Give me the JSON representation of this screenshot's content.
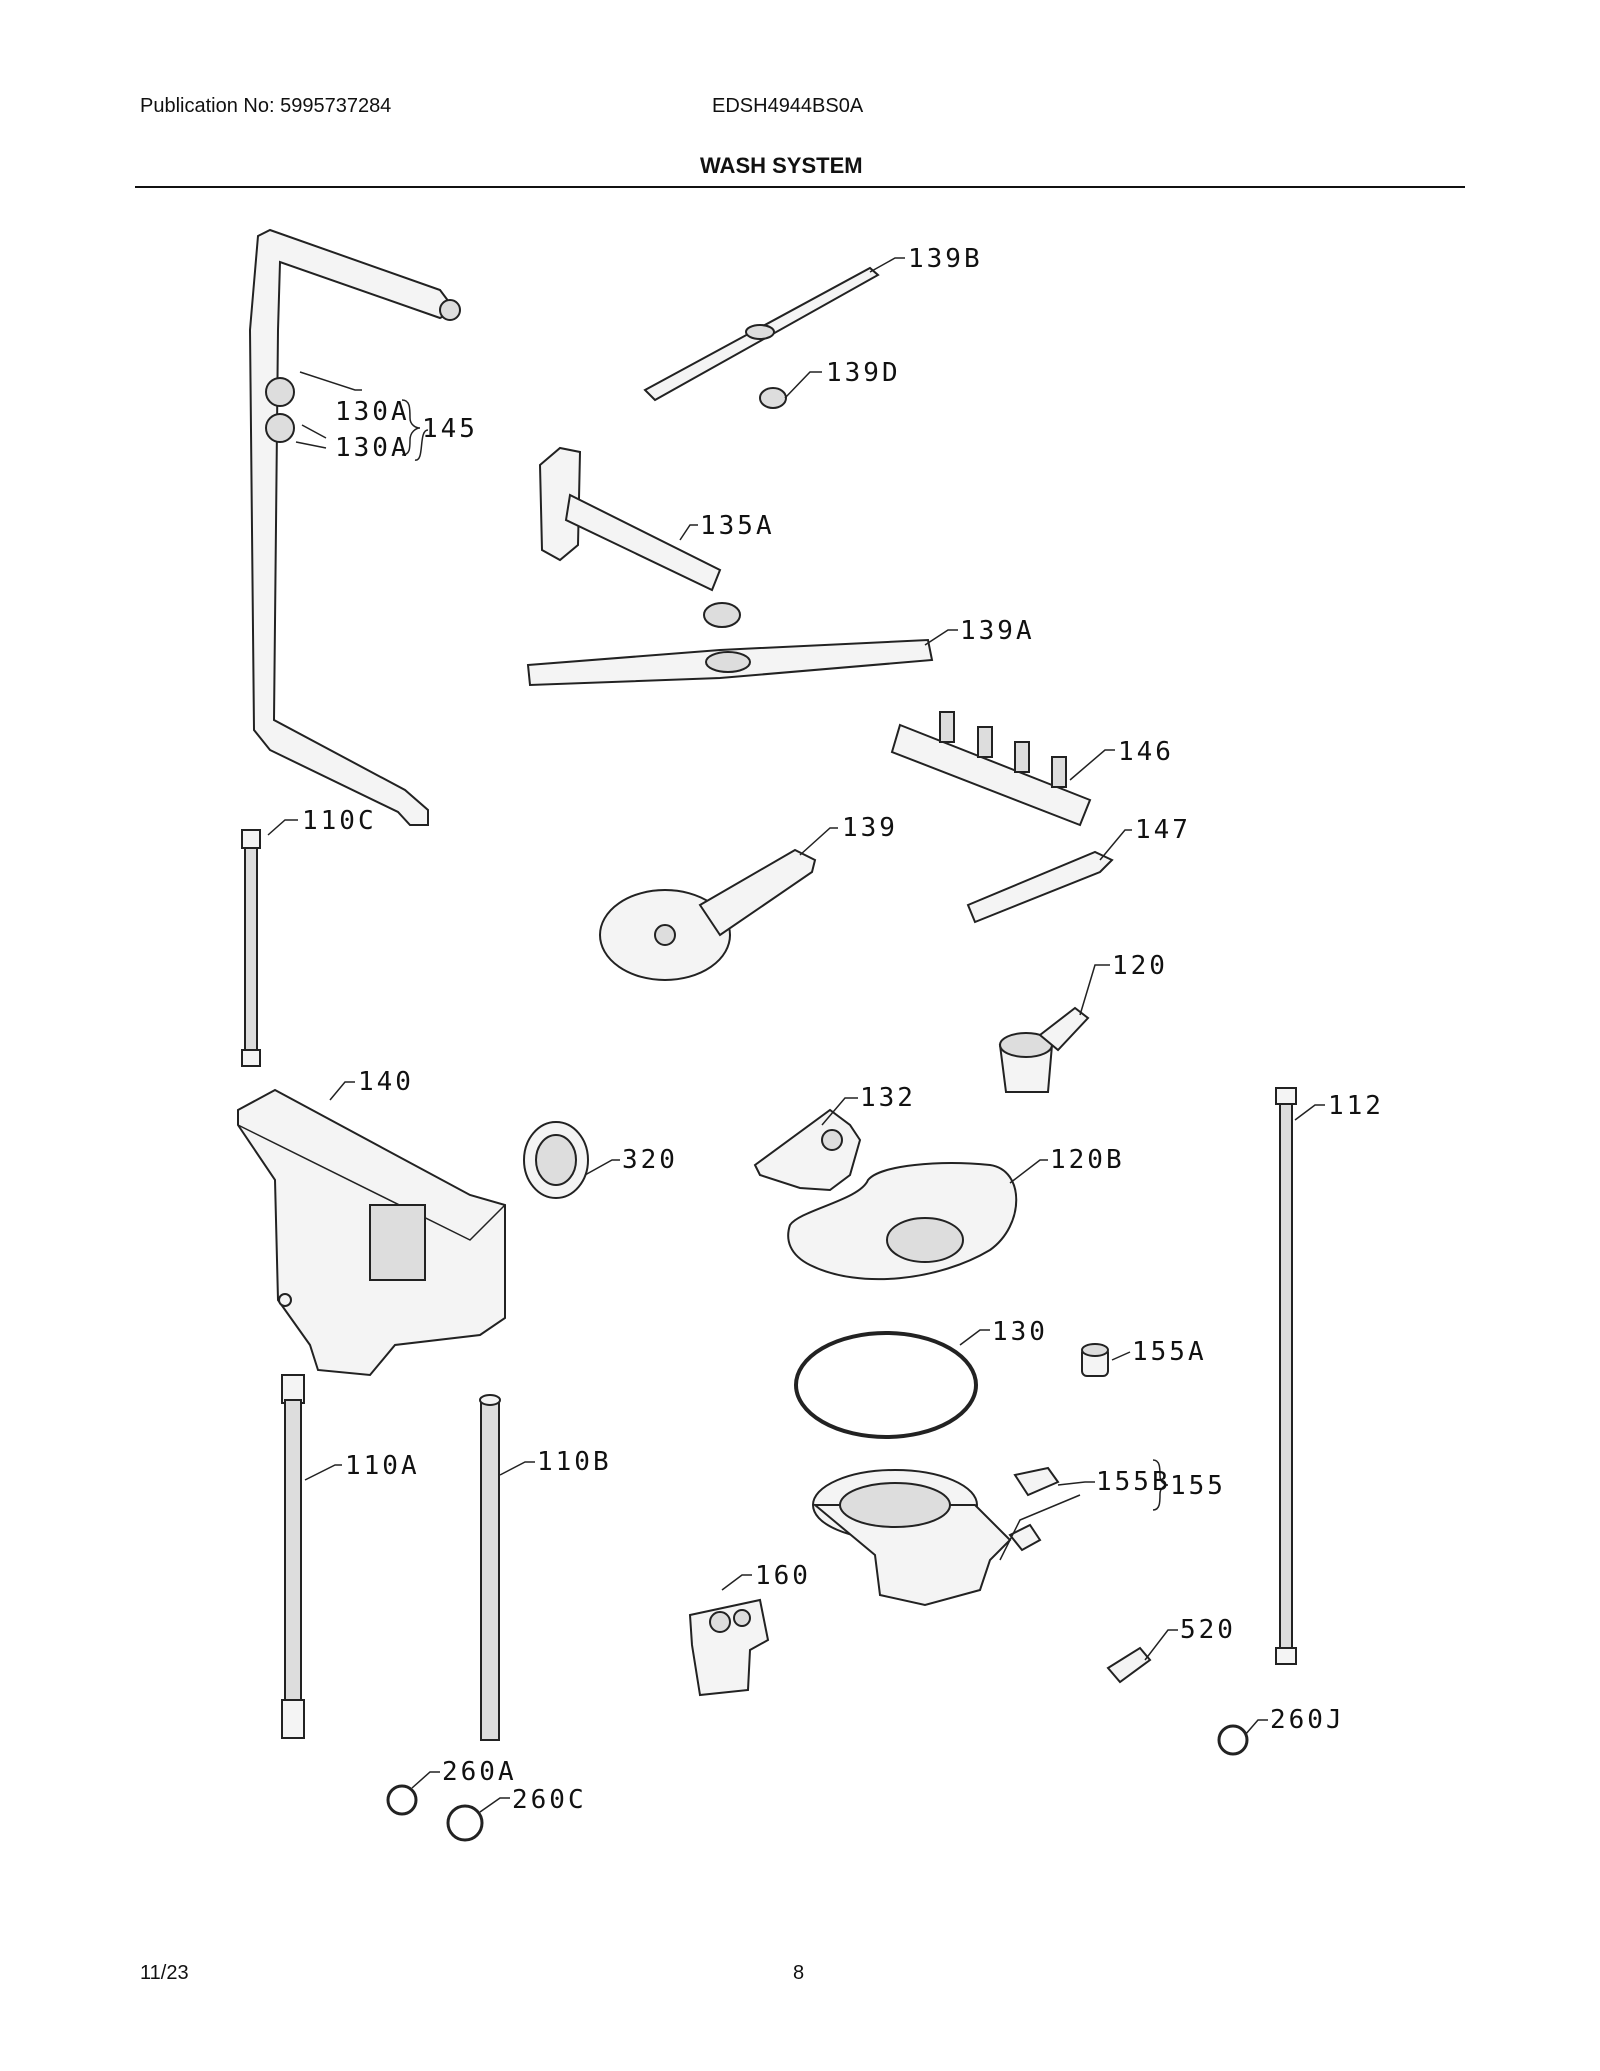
{
  "header": {
    "publication": "Publication No: 5995737284",
    "model": "EDSH4944BS0A",
    "title": "WASH SYSTEM"
  },
  "labels": {
    "l139B": "139B",
    "l139D": "139D",
    "l130A_1": "130A",
    "l130A_2": "130A",
    "l145": "145",
    "l135A": "135A",
    "l139A": "139A",
    "l146": "146",
    "l147": "147",
    "l110C": "110C",
    "l139": "139",
    "l120": "120",
    "l140": "140",
    "l132": "132",
    "l112": "112",
    "l320": "320",
    "l120B": "120B",
    "l130": "130",
    "l155A": "155A",
    "l110A": "110A",
    "l110B": "110B",
    "l155B": "155B",
    "l155": "155",
    "l160": "160",
    "l520": "520",
    "l260J": "260J",
    "l260A": "260A",
    "l260C": "260C"
  },
  "footer": {
    "date": "11/23",
    "page": "8"
  }
}
